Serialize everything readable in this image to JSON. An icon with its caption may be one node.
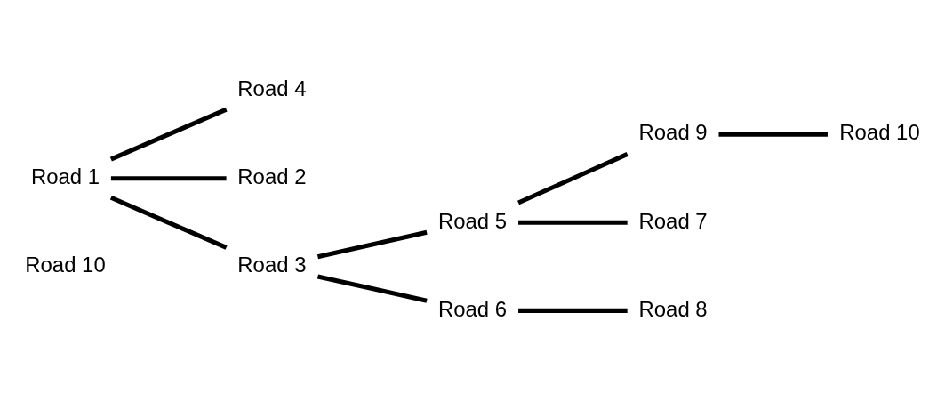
{
  "diagram": {
    "nodes": [
      {
        "text": [
          "Road 1"
        ]
      },
      {
        "text": [
          "Road 4"
        ]
      },
      {
        "text": [
          "Road 2"
        ]
      },
      {
        "text": [
          "Road 3"
        ]
      },
      {
        "text": [
          "Road 5"
        ]
      },
      {
        "text": [
          "Road 6"
        ]
      },
      {
        "text": [
          "Road 9"
        ]
      },
      {
        "text": [
          "Road 7"
        ]
      },
      {
        "text": [
          "Road 8"
        ]
      },
      {
        "text": [
          "Road 10"
        ]
      }
    ],
    "edges": [
      {
        "from": 0,
        "to": 1,
        "arrow": "none"
      },
      {
        "from": 0,
        "to": 2,
        "arrow": "none"
      },
      {
        "from": 0,
        "to": 3,
        "arrow": "none"
      },
      {
        "from": 3,
        "to": 4,
        "arrow": "none"
      },
      {
        "from": 3,
        "to": 5,
        "arrow": "none"
      },
      {
        "from": 4,
        "to": 6,
        "arrow": "none"
      },
      {
        "from": 4,
        "to": 7,
        "arrow": "none"
      },
      {
        "from": 5,
        "to": 8,
        "arrow": "none"
      },
      {
        "from": 6,
        "to": 9,
        "arrow": "none"
      }
    ],
    "labels": [
      "Road 10"
    ]
  }
}
